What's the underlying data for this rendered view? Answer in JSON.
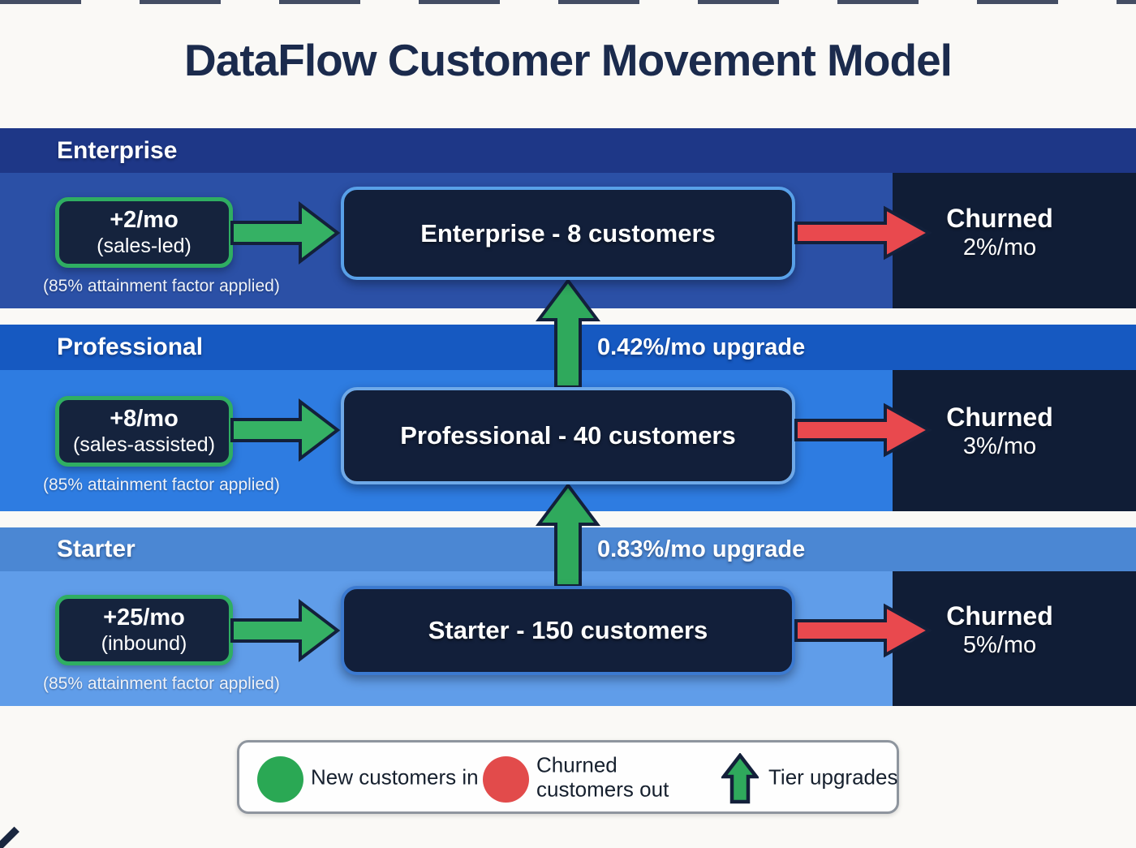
{
  "title": "DataFlow Customer Movement Model",
  "colors": {
    "background": "#faf9f6",
    "enterprise_header": "#1e3787",
    "enterprise_body": "#2b50a6",
    "professional_header": "#1659c1",
    "professional_body": "#2e7ce1",
    "starter_header": "#4b87d3",
    "starter_body": "#609de9",
    "churn_block": "#101d36",
    "box_fill": "#121f3a",
    "green_accent": "#2fae62",
    "red_accent": "#e9494e",
    "title_text": "#1b2b4d"
  },
  "tiers": [
    {
      "name": "Enterprise",
      "inflow": {
        "rate": "+2/mo",
        "channel": "(sales-led)"
      },
      "attainment_note": "(85% attainment factor applied)",
      "stock_label": "Enterprise - 8 customers",
      "churn": {
        "label": "Churned",
        "rate": "2%/mo"
      }
    },
    {
      "name": "Professional",
      "inflow": {
        "rate": "+8/mo",
        "channel": "(sales-assisted)"
      },
      "attainment_note": "(85% attainment factor applied)",
      "stock_label": "Professional - 40 customers",
      "churn": {
        "label": "Churned",
        "rate": "3%/mo"
      },
      "upgrade_label": "0.42%/mo upgrade"
    },
    {
      "name": "Starter",
      "inflow": {
        "rate": "+25/mo",
        "channel": "(inbound)"
      },
      "attainment_note": "(85% attainment factor applied)",
      "stock_label": "Starter - 150 customers",
      "churn": {
        "label": "Churned",
        "rate": "5%/mo"
      },
      "upgrade_label": "0.83%/mo upgrade"
    }
  ],
  "legend": {
    "items": [
      {
        "icon": "green-circle",
        "label": "New customers in"
      },
      {
        "icon": "red-circle",
        "label": "Churned customers out"
      },
      {
        "icon": "green-up-arrow",
        "label": "Tier upgrades"
      }
    ]
  }
}
